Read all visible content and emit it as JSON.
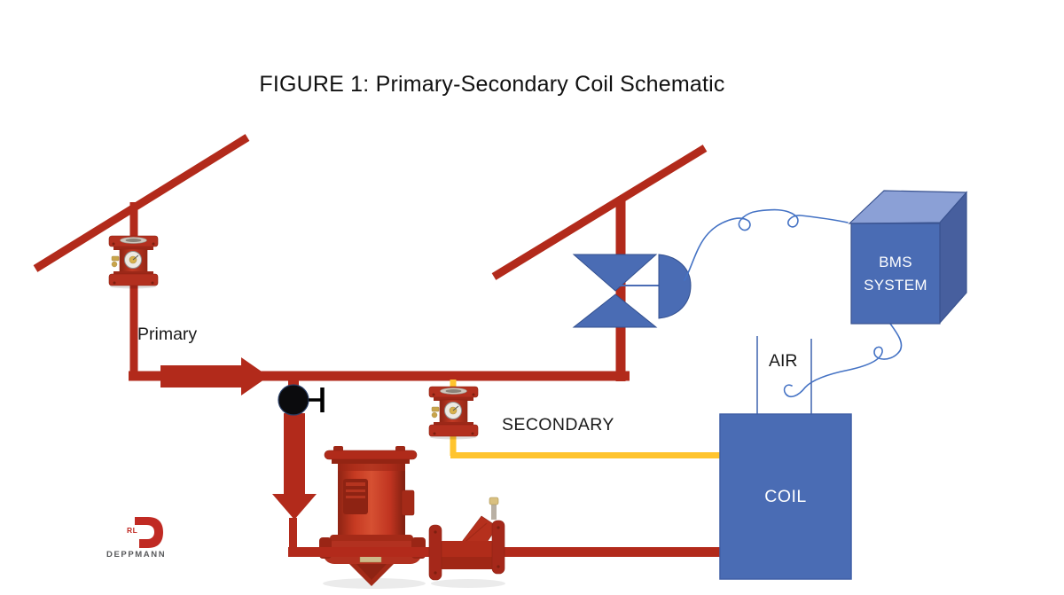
{
  "title": "FIGURE 1: Primary-Secondary Coil Schematic",
  "labels": {
    "primary": "Primary",
    "secondary": "SECONDARY",
    "air": "AIR",
    "coil": "COIL",
    "bms_line1": "BMS",
    "bms_line2": "SYSTEM"
  },
  "logo": {
    "monogram": "RL",
    "name": "DEPPMANN"
  },
  "colors": {
    "pipe_red": "#B22A1B",
    "secondary_yellow": "#FFC42E",
    "diagram_blue": "#4A6CB4",
    "cube_top_blue": "#8BA0D6",
    "cube_side_blue": "#475F9E",
    "wire_blue": "#4472C4",
    "valve_body_red": "#B3301F",
    "logo_red": "#C02A23",
    "logo_gray": "#58595B",
    "text_black": "#1A1A1A"
  }
}
